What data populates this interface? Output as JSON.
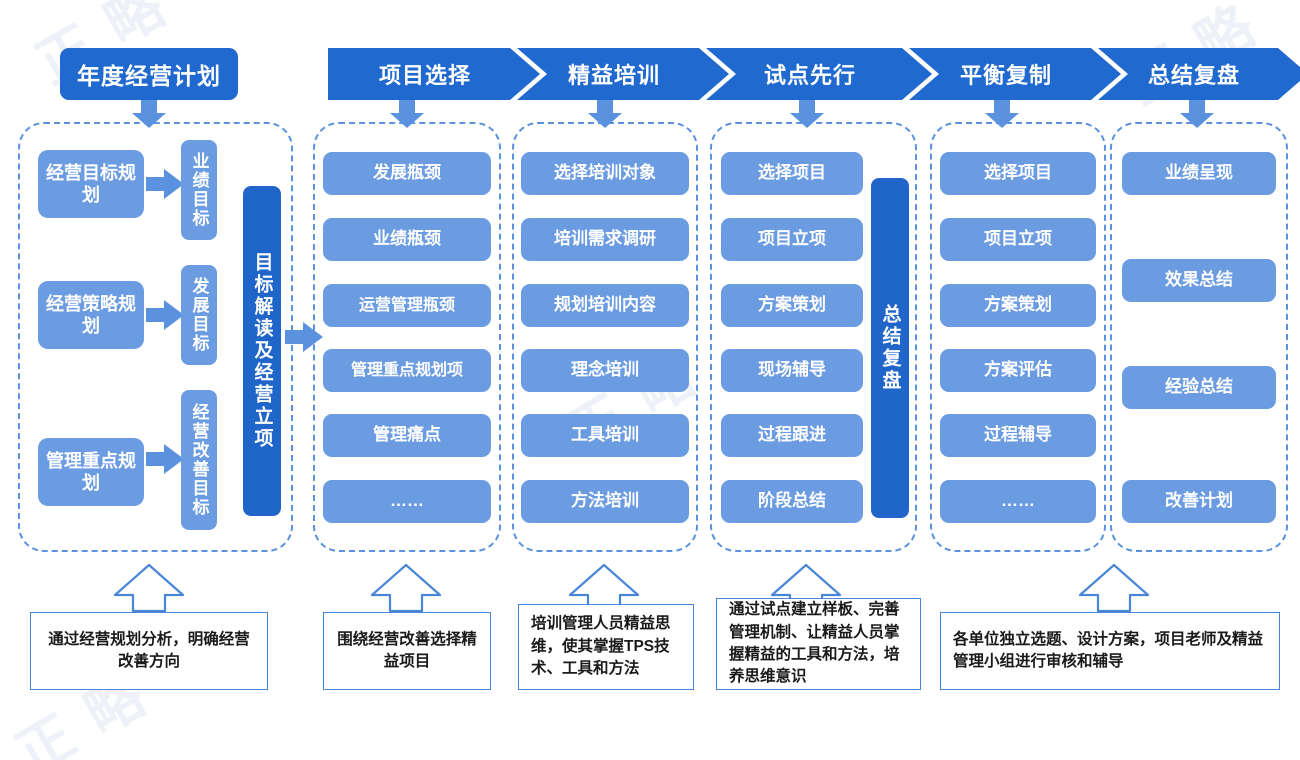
{
  "colors": {
    "header_blue": "#2069ce",
    "item_blue": "#6b9ce2",
    "dark_bar_blue": "#2065c9",
    "dashed_border": "#5b92e0",
    "caption_border": "#4a86d8"
  },
  "header": {
    "plan_title": "年度经营计划",
    "stages": [
      {
        "label": "项目选择"
      },
      {
        "label": "精益培训"
      },
      {
        "label": "试点先行"
      },
      {
        "label": "平衡复制"
      },
      {
        "label": "总结复盘"
      }
    ]
  },
  "columns": [
    {
      "key": "annual-plan",
      "planning": [
        {
          "label": "经营目标规划",
          "goal": "业绩目标"
        },
        {
          "label": "经营策略规划",
          "goal": "发展目标"
        },
        {
          "label": "管理重点规划",
          "goal": "经营改善目标"
        }
      ],
      "vertical_bar": "目标解读及经营立项"
    },
    {
      "key": "project-selection",
      "items": [
        "发展瓶颈",
        "业绩瓶颈",
        "运营管理瓶颈",
        "管理重点规划项",
        "管理痛点",
        "……"
      ]
    },
    {
      "key": "lean-training",
      "items": [
        "选择培训对象",
        "培训需求调研",
        "规划培训内容",
        "理念培训",
        "工具培训",
        "方法培训"
      ]
    },
    {
      "key": "pilot-first",
      "items": [
        "选择项目",
        "项目立项",
        "方案策划",
        "现场辅导",
        "过程跟进",
        "阶段总结"
      ],
      "vertical_bar": "总结复盘"
    },
    {
      "key": "balanced-replication",
      "items": [
        "选择项目",
        "项目立项",
        "方案策划",
        "方案评估",
        "过程辅导",
        "……"
      ]
    },
    {
      "key": "summary-review",
      "items": [
        "业绩呈现",
        "效果总结",
        "经验总结",
        "改善计划"
      ]
    }
  ],
  "captions": [
    {
      "key": "caption-annual-plan",
      "text": "通过经营规划分析，明确经营改善方向"
    },
    {
      "key": "caption-project-selection",
      "text": "围绕经营改善选择精益项目"
    },
    {
      "key": "caption-lean-training",
      "text": "培训管理人员精益思维，使其掌握TPS技术、工具和方法"
    },
    {
      "key": "caption-pilot-first",
      "text": "通过试点建立样板、完善管理机制、让精益人员掌握精益的工具和方法，培养思维意识"
    },
    {
      "key": "caption-replication",
      "text": "各单位独立选题、设计方案，项目老师及精益管理小组进行审核和辅导"
    }
  ],
  "watermarks": [
    "正 略",
    "正 略",
    "正 略",
    "正 略"
  ]
}
